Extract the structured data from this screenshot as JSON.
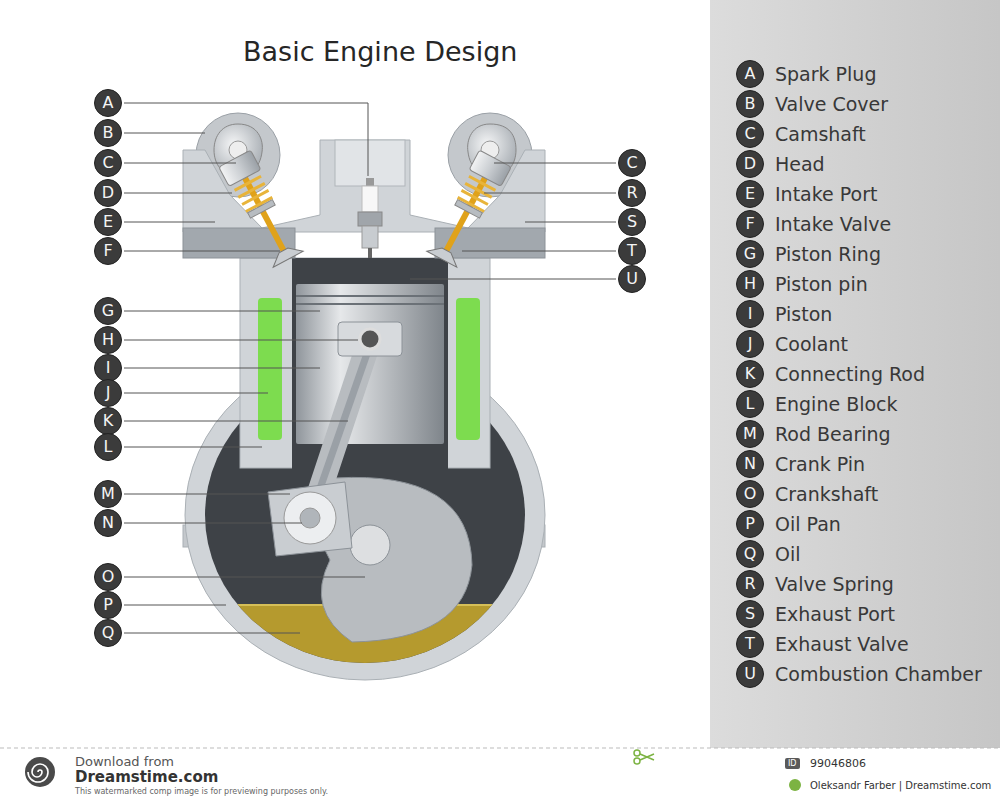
{
  "diagram": {
    "title": "Basic Engine Design",
    "labels": [
      "A",
      "B",
      "C",
      "D",
      "E",
      "F",
      "G",
      "H",
      "I",
      "J",
      "K",
      "L",
      "M",
      "N",
      "O",
      "P",
      "Q",
      "C",
      "R",
      "S",
      "T",
      "U",
      "A",
      "Spark Plug",
      "B",
      "Valve Cover",
      "C",
      "Camshaft",
      "D",
      "Head",
      "E",
      "Intake Port",
      "F",
      "Intake Valve",
      "G",
      "Piston Ring",
      "H",
      "Piston pin",
      "I",
      "Piston",
      "J",
      "Coolant",
      "K",
      "Connecting Rod",
      "L",
      "Engine Block",
      "M",
      "Rod Bearing",
      "N",
      "Crank Pin",
      "O",
      "Crankshaft",
      "P",
      "Oil Pan",
      "Q",
      "Oil",
      "R",
      "Valve Spring",
      "S",
      "Exhaust Port",
      "T",
      "Exhaust Valve",
      "U",
      "Combustion Chamber",
      "Download from",
      "Dreamstime.com",
      "This watermarked comp image is for previewing purposes only.",
      "ID",
      "99046806",
      "Oleksandr Farber | Dreamstime.com"
    ]
  }
}
